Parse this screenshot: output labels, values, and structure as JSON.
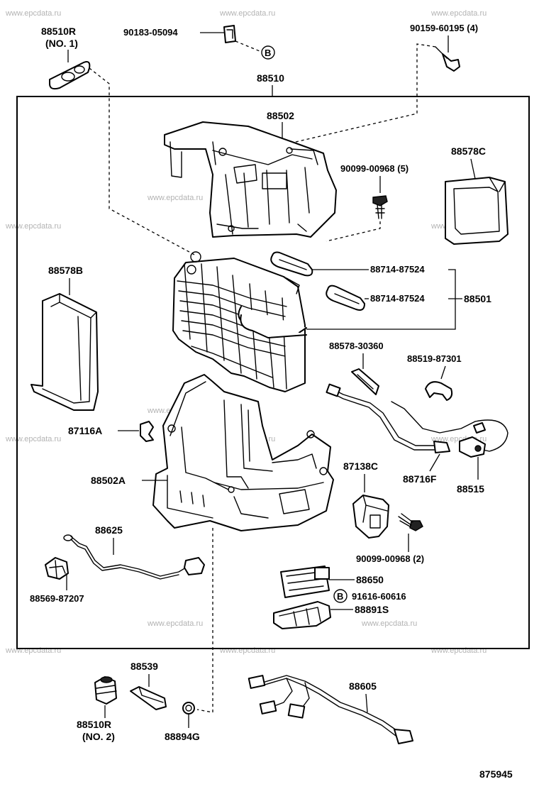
{
  "watermark": "www.epcdata.ru",
  "diagram_number": "875945",
  "callout_letter": "B",
  "labels": {
    "p88510R_1_a": "88510R",
    "p88510R_1_b": "(NO. 1)",
    "p90183": "90183-05094",
    "p90159": "90159-60195 (4)",
    "p88510": "88510",
    "p88502": "88502",
    "p90099_5": "90099-00968 (5)",
    "p88578C": "88578C",
    "p88578B": "88578B",
    "p88714_a": "88714-87524",
    "p88714_b": "88714-87524",
    "p88501": "88501",
    "p88578_30360": "88578-30360",
    "p88519": "88519-87301",
    "p87116A": "87116A",
    "p88502A": "88502A",
    "p87138C": "87138C",
    "p88716F": "88716F",
    "p88515": "88515",
    "p88625": "88625",
    "p90099_2": "90099-00968 (2)",
    "p88650": "88650",
    "p91616": "91616-60616",
    "p88891S": "88891S",
    "p88569": "88569-87207",
    "p88539": "88539",
    "p88605": "88605",
    "p88510R_2_a": "88510R",
    "p88510R_2_b": "(NO. 2)",
    "p88894G": "88894G"
  }
}
